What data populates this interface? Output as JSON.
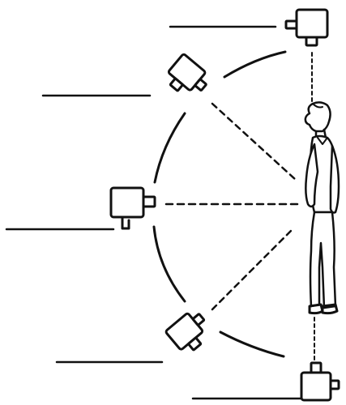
{
  "diagram": {
    "subject": "standing-person",
    "camera_positions": [
      "overhead",
      "high-angle",
      "eye-level",
      "low-angle",
      "ground-level"
    ],
    "label_lines": 5,
    "colors": {
      "ink": "#111111",
      "background": "#ffffff"
    }
  }
}
